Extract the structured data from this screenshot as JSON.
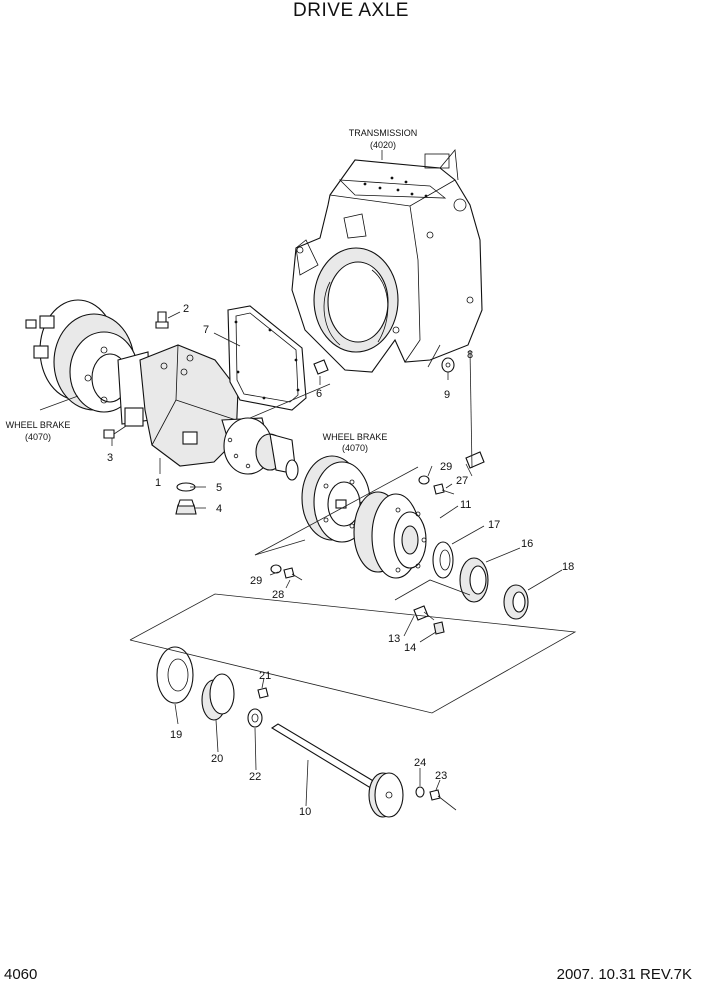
{
  "title": "DRIVE AXLE",
  "footer": {
    "page_number": "4060",
    "date_rev": "2007. 10.31  REV.7K"
  },
  "references": {
    "transmission": {
      "name": "TRANSMISSION",
      "code": "(4020)"
    },
    "wheel_brake_left": {
      "name": "WHEEL BRAKE",
      "code": "(4070)"
    },
    "wheel_brake_center": {
      "name": "WHEEL BRAKE",
      "code": "(4070)"
    }
  },
  "part_numbers": {
    "p1": "1",
    "p2": "2",
    "p3": "3",
    "p4": "4",
    "p5": "5",
    "p6": "6",
    "p7": "7",
    "p8": "8",
    "p9": "9",
    "p10": "10",
    "p11": "11",
    "p13": "13",
    "p14": "14",
    "p16": "16",
    "p17": "17",
    "p18": "18",
    "p19": "19",
    "p20": "20",
    "p21": "21",
    "p22": "22",
    "p23": "23",
    "p24": "24",
    "p27": "27",
    "p28": "28",
    "p29a": "29",
    "p29b": "29"
  }
}
